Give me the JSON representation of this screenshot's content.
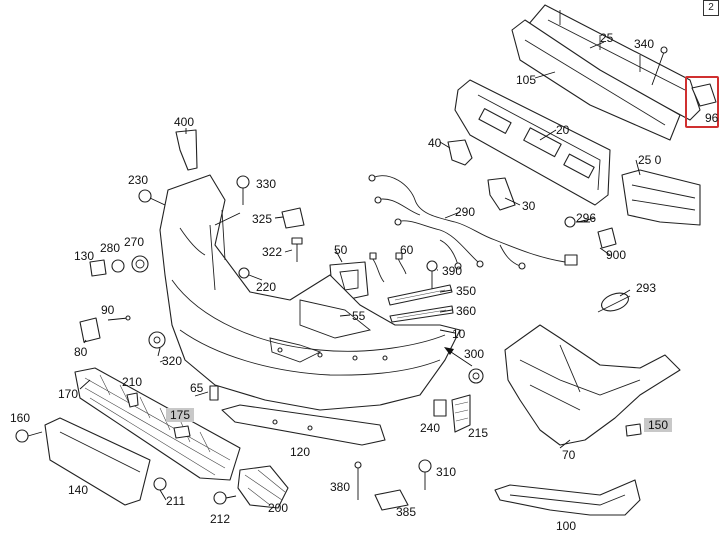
{
  "part_numbers": {
    "p10": "10",
    "p20": "20",
    "p25": "25",
    "p30": "30",
    "p40": "40",
    "p50": "50",
    "p55": "55",
    "p60": "60",
    "p65": "65",
    "p70": "70",
    "p80": "80",
    "p90": "90",
    "p96": "96",
    "p100": "100",
    "p105": "105",
    "p120": "120",
    "p130": "130",
    "p140": "140",
    "p150": "150",
    "p160": "160",
    "p170": "170",
    "p175": "175",
    "p200": "200",
    "p210": "210",
    "p211": "211",
    "p212": "212",
    "p215": "215",
    "p220": "220",
    "p230": "230",
    "p240": "240",
    "p250": "25 0",
    "p270": "270",
    "p280": "280",
    "p290": "290",
    "p293": "293",
    "p296": "296",
    "p300": "300",
    "p310": "310",
    "p320": "320",
    "p322": "322",
    "p325": "325",
    "p330": "330",
    "p340": "340",
    "p350": "350",
    "p360": "360",
    "p380": "380",
    "p385": "385",
    "p390": "390",
    "p400": "400",
    "p900": "900"
  },
  "highlighted_parts": [
    "175",
    "150"
  ],
  "selected_part": "96",
  "colors": {
    "line": "#222222",
    "label_highlight": "#c8c8c8",
    "selection_box": "#d03030"
  },
  "corner_icon": "edit-icon",
  "corner_glyph": "2"
}
